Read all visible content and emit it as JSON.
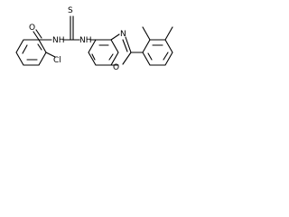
{
  "molecule": {
    "atoms": {
      "o_carbonyl": "O",
      "n_amide": "NH",
      "s_thio": "S",
      "n_thiourea": "NH",
      "cl": "Cl",
      "n_oxazole": "N",
      "o_oxazole": "O"
    },
    "bond_color": "#000000",
    "background": "#ffffff"
  }
}
